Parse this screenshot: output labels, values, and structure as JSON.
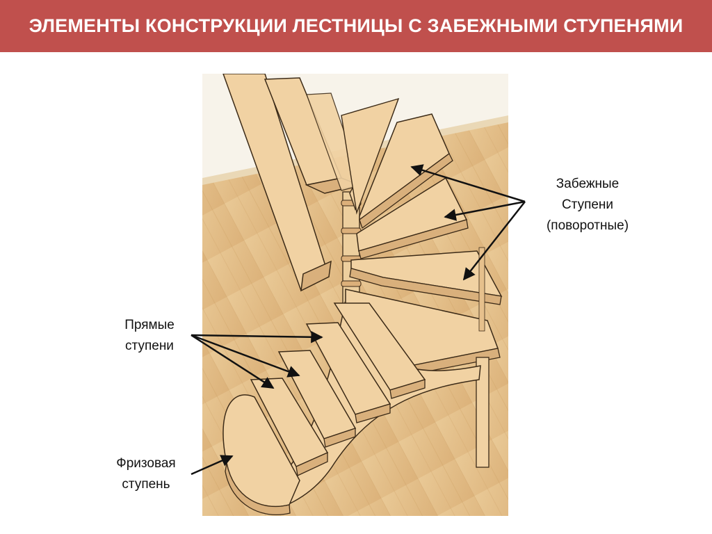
{
  "title": "ЭЛЕМЕНТЫ КОНСТРУКЦИИ ЛЕСТНИЦЫ С ЗАБЕЖНЫМИ СТУПЕНЯМИ",
  "labels": {
    "winder_steps": [
      "Забежные",
      "Ступени",
      "(поворотные)"
    ],
    "straight_steps": [
      "Прямые",
      "ступени"
    ],
    "frieze_step": [
      "Фризовая",
      "ступень"
    ]
  },
  "colors": {
    "header_bg": "#c0504d",
    "header_text": "#ffffff",
    "wood_light": "#f1d2a3",
    "wood_edge": "#d9b07c",
    "floor": "#e6c38c"
  }
}
